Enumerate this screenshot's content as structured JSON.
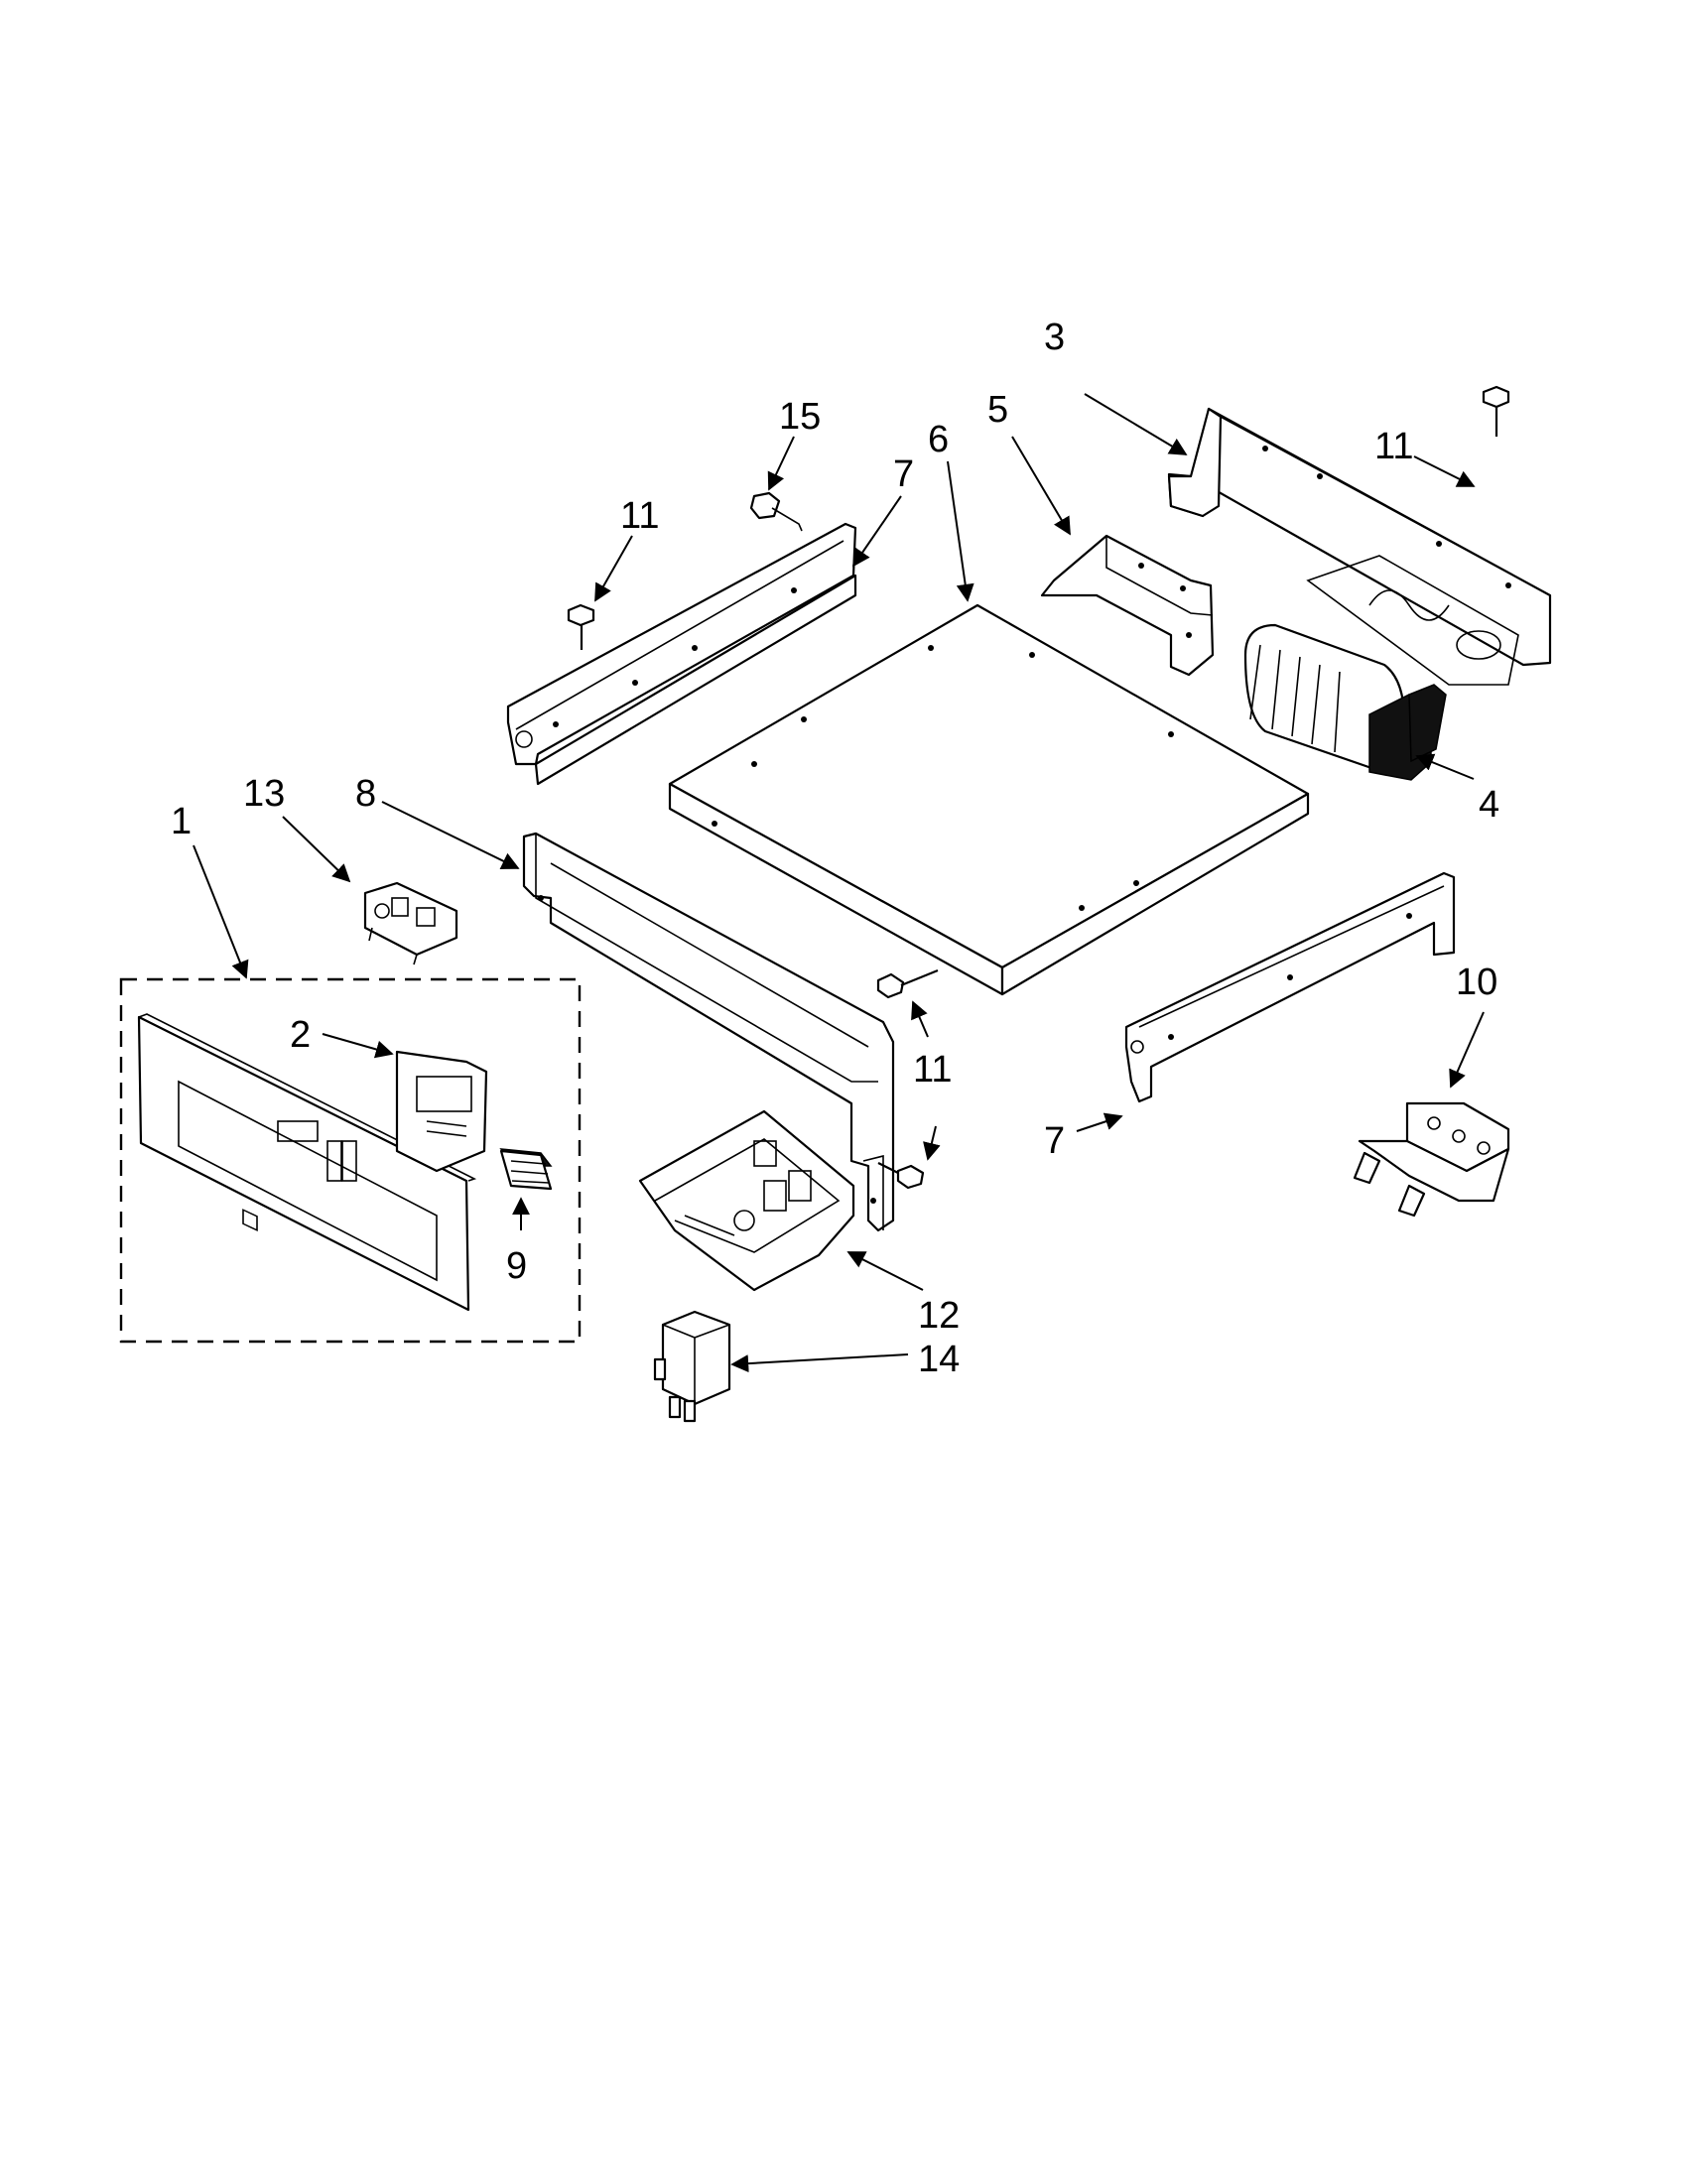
{
  "diagram": {
    "callouts": [
      {
        "id": "c1",
        "label": "1"
      },
      {
        "id": "c2",
        "label": "2"
      },
      {
        "id": "c3",
        "label": "3"
      },
      {
        "id": "c4",
        "label": "4"
      },
      {
        "id": "c5",
        "label": "5"
      },
      {
        "id": "c6",
        "label": "6"
      },
      {
        "id": "c7a",
        "label": "7"
      },
      {
        "id": "c7b",
        "label": "7"
      },
      {
        "id": "c8",
        "label": "8"
      },
      {
        "id": "c9",
        "label": "9"
      },
      {
        "id": "c10",
        "label": "10"
      },
      {
        "id": "c11a",
        "label": "11"
      },
      {
        "id": "c11b",
        "label": "11"
      },
      {
        "id": "c11c",
        "label": "11"
      },
      {
        "id": "c12",
        "label": "12"
      },
      {
        "id": "c13",
        "label": "13"
      },
      {
        "id": "c14",
        "label": "14"
      },
      {
        "id": "c15",
        "label": "15"
      }
    ]
  }
}
